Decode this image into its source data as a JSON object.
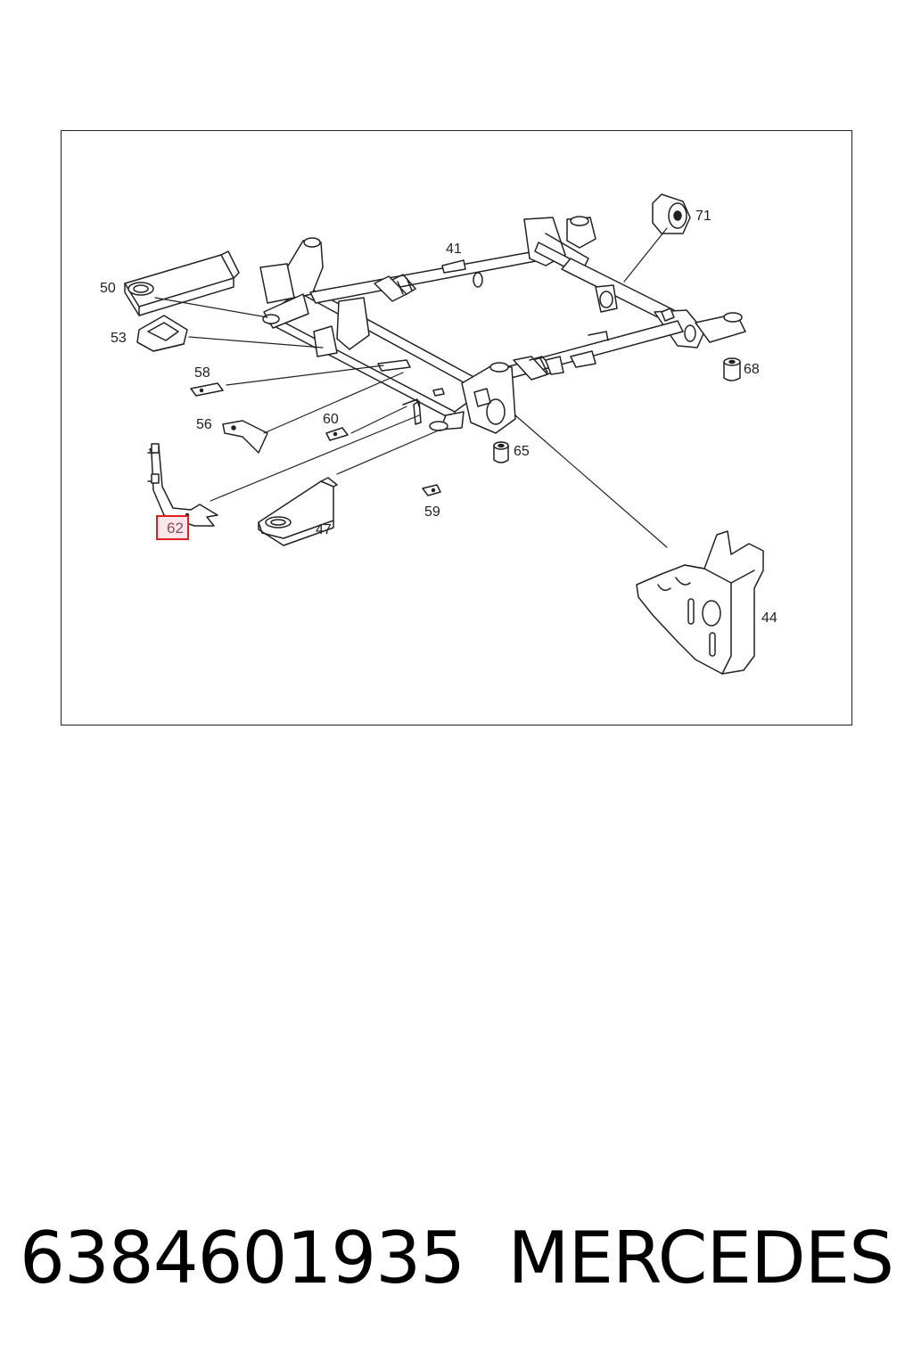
{
  "diagram": {
    "callouts": [
      {
        "id": "41",
        "label": "41"
      },
      {
        "id": "44",
        "label": "44"
      },
      {
        "id": "47",
        "label": "47"
      },
      {
        "id": "50",
        "label": "50"
      },
      {
        "id": "53",
        "label": "53"
      },
      {
        "id": "56",
        "label": "56"
      },
      {
        "id": "58",
        "label": "58"
      },
      {
        "id": "59",
        "label": "59"
      },
      {
        "id": "60",
        "label": "60"
      },
      {
        "id": "62",
        "label": "62",
        "highlighted": true
      },
      {
        "id": "65",
        "label": "65"
      },
      {
        "id": "68",
        "label": "68"
      },
      {
        "id": "71",
        "label": "71"
      }
    ],
    "highlight_color": "#e02020"
  },
  "footer": {
    "part_number": "6384601935",
    "brand": "MERCEDES"
  }
}
